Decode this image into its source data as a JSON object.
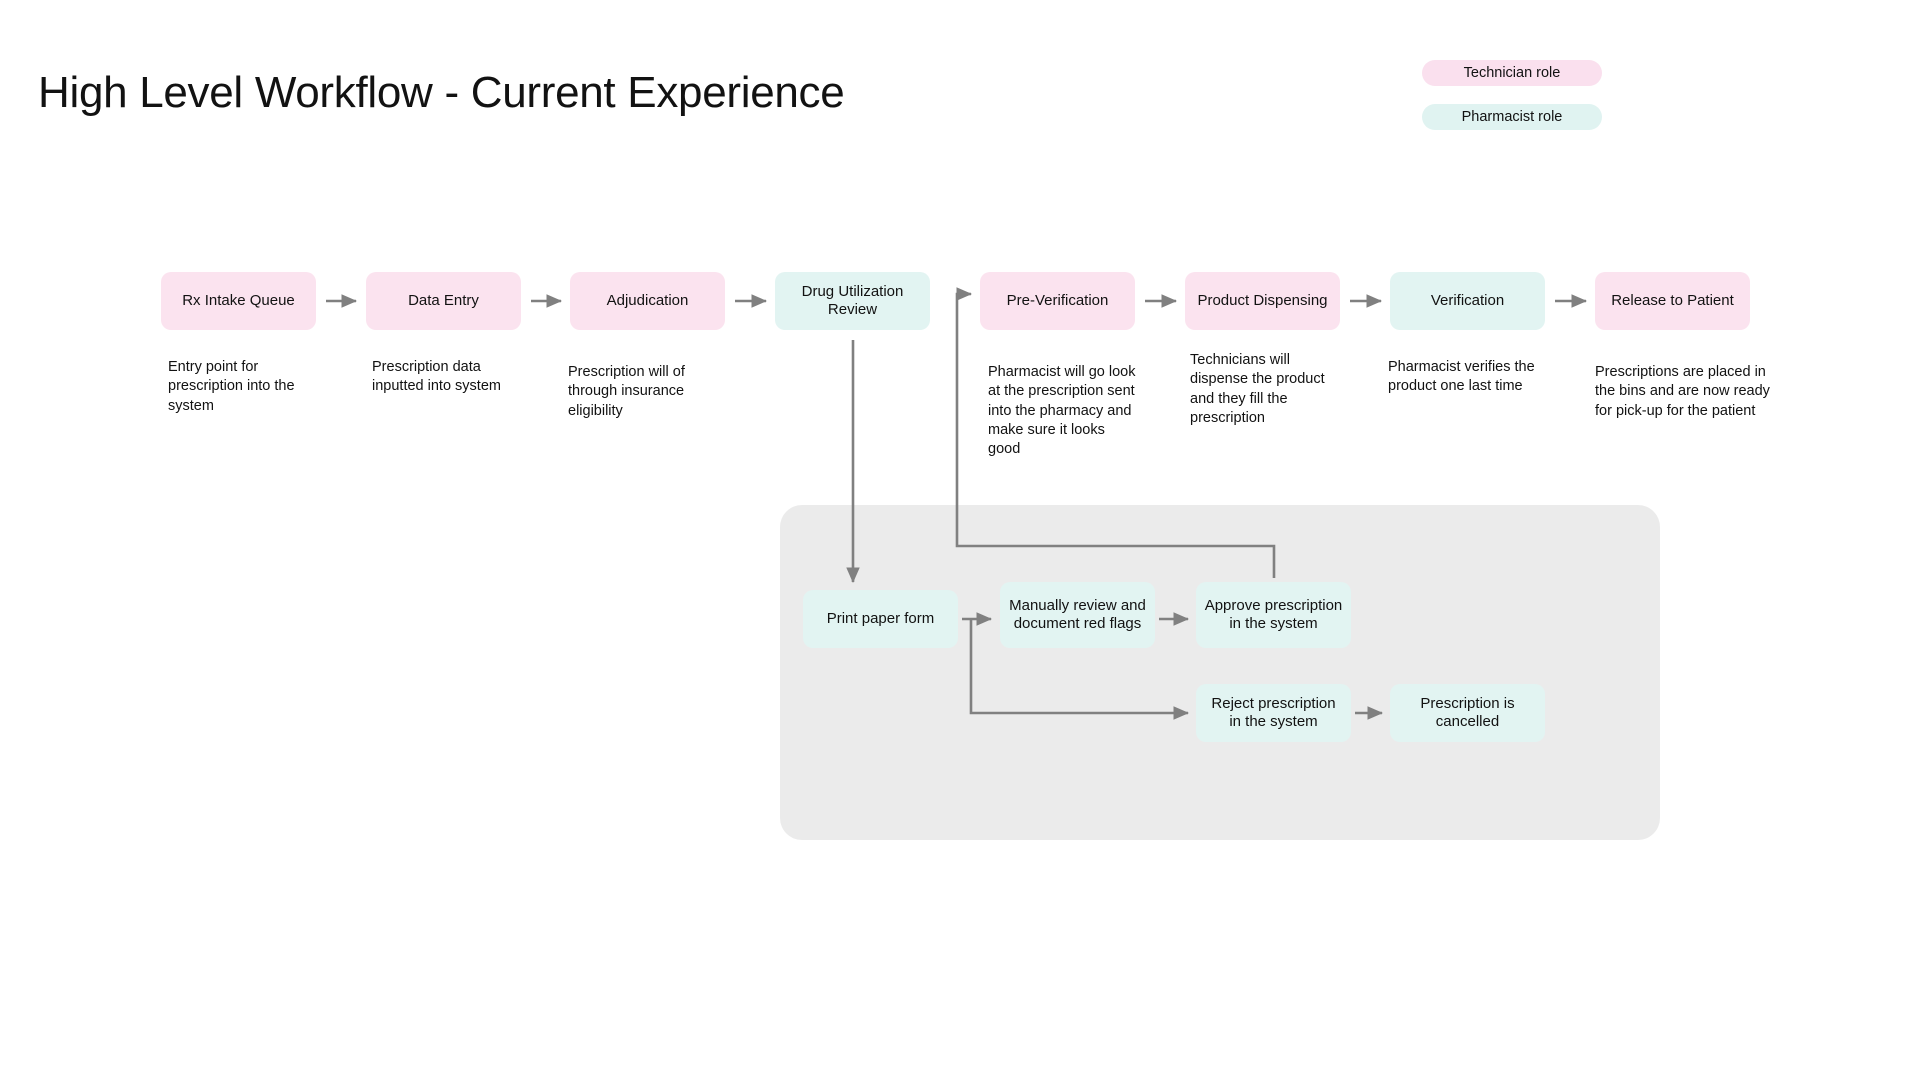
{
  "page": {
    "title": "High Level Workflow - Current Experience",
    "background_color": "#ffffff"
  },
  "legend": {
    "items": [
      {
        "label": "Technician role",
        "color": "#fae0ee",
        "role": "technician"
      },
      {
        "label": "Pharmacist role",
        "color": "#e0f3f1",
        "role": "pharmacist"
      }
    ]
  },
  "colors": {
    "technician_pink": "#fbe3ef",
    "pharmacist_cyan": "#e2f4f2",
    "panel_gray": "#ebebeb",
    "connector_gray": "#808080",
    "text": "#121212"
  },
  "main_flow": {
    "nodes": [
      {
        "id": "rx-intake-queue",
        "label": "Rx Intake Queue",
        "role": "technician",
        "caption": "Entry point for prescription into the system"
      },
      {
        "id": "data-entry",
        "label": "Data Entry",
        "role": "technician",
        "caption": "Prescription data inputted into system"
      },
      {
        "id": "adjudication",
        "label": "Adjudication",
        "role": "technician",
        "caption": "Prescription will of through insurance eligibility"
      },
      {
        "id": "drug-utilization-review",
        "label": "Drug Utilization Review",
        "role": "pharmacist",
        "caption": ""
      },
      {
        "id": "pre-verification",
        "label": "Pre-Verification",
        "role": "technician",
        "caption": "Pharmacist will go look at the prescription sent into the pharmacy and make sure it looks good"
      },
      {
        "id": "product-dispensing",
        "label": "Product Dispensing",
        "role": "technician",
        "caption": "Technicians will dispense the product and they fill the prescription"
      },
      {
        "id": "verification",
        "label": "Verification",
        "role": "pharmacist",
        "caption": "Pharmacist verifies the product one last time"
      },
      {
        "id": "release-to-patient",
        "label": "Release to Patient",
        "role": "technician",
        "caption": "Prescriptions are placed in the bins and are now ready for pick-up for the patient"
      }
    ]
  },
  "subprocess": {
    "nodes": [
      {
        "id": "print-paper-form",
        "label": "Print paper form",
        "role": "pharmacist"
      },
      {
        "id": "manually-review-red-flags",
        "label": "Manually review and document red flags",
        "role": "pharmacist"
      },
      {
        "id": "approve-prescription",
        "label": "Approve prescription in the system",
        "role": "pharmacist"
      },
      {
        "id": "reject-prescription",
        "label": "Reject prescription in the system",
        "role": "pharmacist"
      },
      {
        "id": "prescription-cancelled",
        "label": "Prescription is cancelled",
        "role": "pharmacist"
      }
    ]
  },
  "edges": [
    {
      "from": "rx-intake-queue",
      "to": "data-entry",
      "type": "arrow"
    },
    {
      "from": "data-entry",
      "to": "adjudication",
      "type": "arrow"
    },
    {
      "from": "adjudication",
      "to": "drug-utilization-review",
      "type": "arrow"
    },
    {
      "from": "drug-utilization-review",
      "to": "print-paper-form",
      "type": "elbow-down"
    },
    {
      "from": "approve-prescription",
      "to": "pre-verification",
      "type": "elbow-up-return"
    },
    {
      "from": "pre-verification",
      "to": "product-dispensing",
      "type": "arrow"
    },
    {
      "from": "product-dispensing",
      "to": "verification",
      "type": "arrow"
    },
    {
      "from": "verification",
      "to": "release-to-patient",
      "type": "arrow"
    },
    {
      "from": "print-paper-form",
      "to": "manually-review-red-flags",
      "type": "arrow"
    },
    {
      "from": "manually-review-red-flags",
      "to": "approve-prescription",
      "type": "arrow"
    },
    {
      "from": "print-paper-form",
      "to": "reject-prescription",
      "type": "elbow-down-right"
    },
    {
      "from": "reject-prescription",
      "to": "prescription-cancelled",
      "type": "arrow"
    }
  ]
}
